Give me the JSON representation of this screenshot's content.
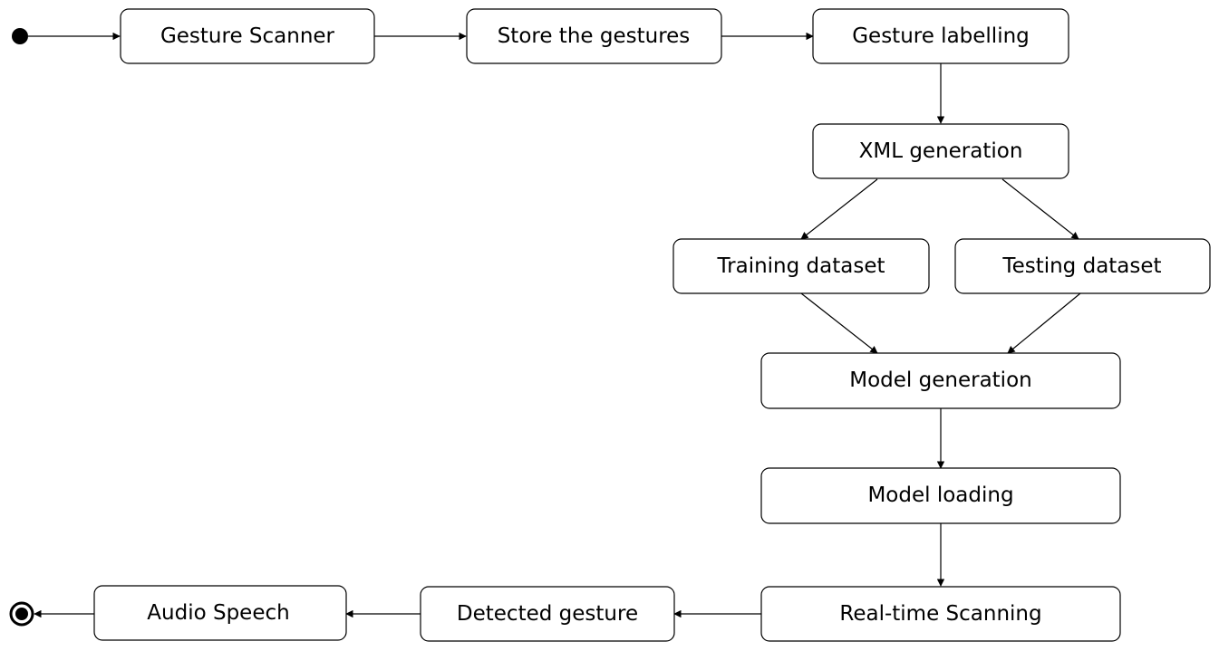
{
  "diagram": {
    "type": "activity-flowchart",
    "colors": {
      "stroke": "#000000",
      "fill": "#ffffff",
      "text": "#000000"
    },
    "nodes": {
      "gesture_scanner": "Gesture Scanner",
      "store_gestures": "Store the gestures",
      "gesture_labelling": "Gesture labelling",
      "xml_generation": "XML generation",
      "training_dataset": "Training dataset",
      "testing_dataset": "Testing dataset",
      "model_generation": "Model generation",
      "model_loading": "Model loading",
      "realtime_scanning": "Real-time Scanning",
      "detected_gesture": "Detected gesture",
      "audio_speech": "Audio Speech"
    },
    "edges": [
      [
        "start",
        "gesture_scanner"
      ],
      [
        "gesture_scanner",
        "store_gestures"
      ],
      [
        "store_gestures",
        "gesture_labelling"
      ],
      [
        "gesture_labelling",
        "xml_generation"
      ],
      [
        "xml_generation",
        "training_dataset"
      ],
      [
        "xml_generation",
        "testing_dataset"
      ],
      [
        "training_dataset",
        "model_generation"
      ],
      [
        "testing_dataset",
        "model_generation"
      ],
      [
        "model_generation",
        "model_loading"
      ],
      [
        "model_loading",
        "realtime_scanning"
      ],
      [
        "realtime_scanning",
        "detected_gesture"
      ],
      [
        "detected_gesture",
        "audio_speech"
      ],
      [
        "audio_speech",
        "end"
      ]
    ]
  }
}
